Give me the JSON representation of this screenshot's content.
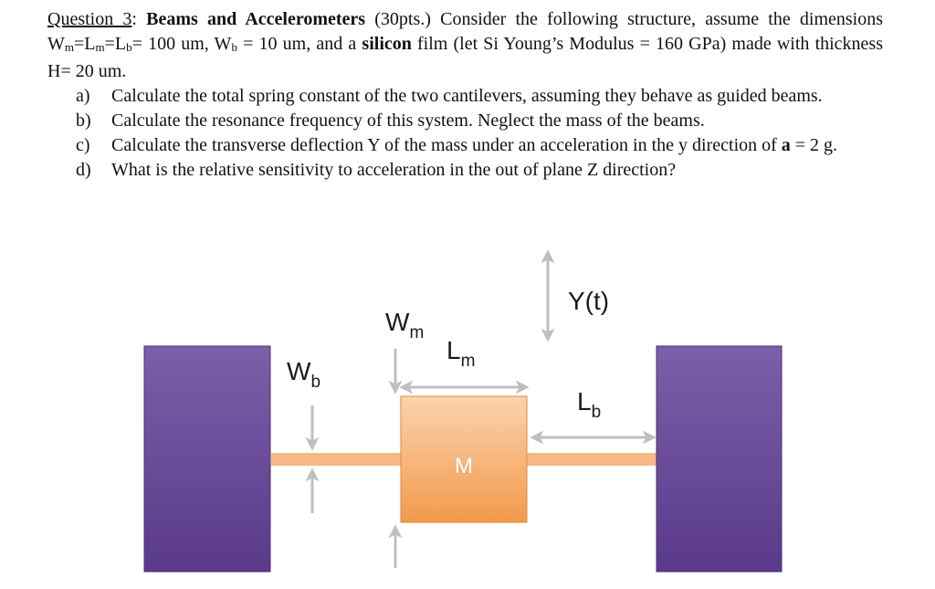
{
  "question": {
    "label": "Question 3",
    "colon": ": ",
    "title": "Beams and Accelerometers",
    "points": " (30pts.)",
    "intro_1": " Consider the following structure, assume the dimensions W",
    "sub_m1": "m",
    "eq_1": "=L",
    "sub_m2": "m",
    "eq_2": "=L",
    "sub_b1": "b",
    "intro_2": "= 100 um, W",
    "sub_b2": "b",
    "intro_3": " = 10 um, and a ",
    "silicon": "silicon",
    "intro_4": " film (let Si Young’s Modulus = 160 GPa) made with thickness H= 20 um."
  },
  "parts": [
    {
      "marker": "a)",
      "text": "Calculate the total spring constant of the two cantilevers, assuming they behave as guided beams."
    },
    {
      "marker": "b)",
      "text": "Calculate the resonance frequency of this system. Neglect the mass of the beams."
    },
    {
      "marker": "c)",
      "text_1": "Calculate the transverse deflection Y of the mass under an acceleration in the y direction of ",
      "bold_a": "a",
      "text_2": " = 2 g."
    },
    {
      "marker": "d)",
      "text": "What is the relative sensitivity to acceleration in the out of plane Z direction?"
    }
  ],
  "diagram": {
    "label_yt": "Y(t)",
    "label_wm": "W",
    "label_wm_sub": "m",
    "label_lm": "L",
    "label_lm_sub": "m",
    "label_wb": "W",
    "label_wb_sub": "b",
    "label_lb": "L",
    "label_lb_sub": "b",
    "label_mass": "M",
    "colors": {
      "anchor_top": "#7b5fa8",
      "anchor_bottom": "#5a3a8a",
      "mass_top": "#fbd3ad",
      "mass_bottom": "#f19a4d",
      "beam": "#f6b985",
      "arrow": "#bfbfbf"
    }
  }
}
